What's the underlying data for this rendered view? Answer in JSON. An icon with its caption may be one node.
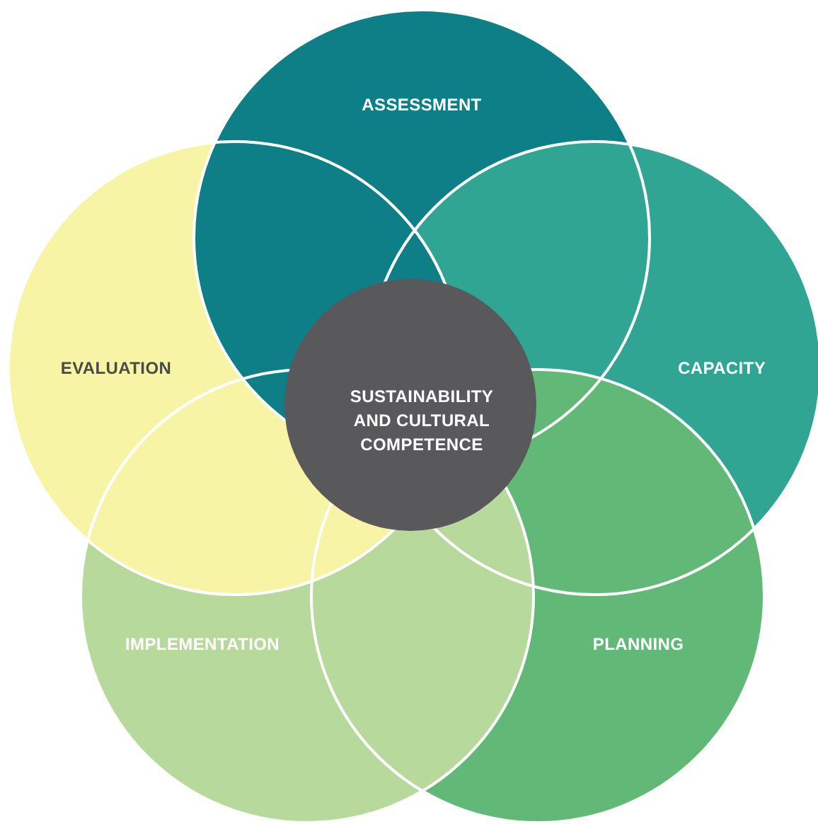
{
  "diagram": {
    "nodes": [
      {
        "text": [
          "ASSESSMENT"
        ]
      },
      {
        "text": [
          "CAPACITY"
        ]
      },
      {
        "text": [
          "PLANNING"
        ]
      },
      {
        "text": [
          "IMPLEMENTATION"
        ]
      },
      {
        "text": [
          "EVALUATION"
        ]
      },
      {
        "text": [
          "SUSTAINABILITY AND CULTURAL COMPETENCE"
        ]
      }
    ]
  }
}
